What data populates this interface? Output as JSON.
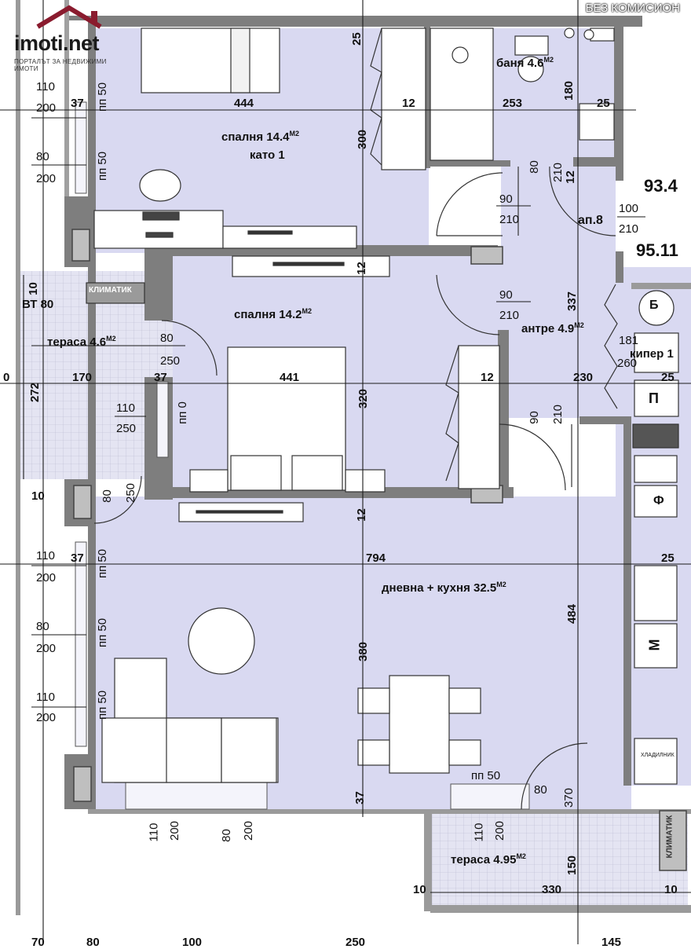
{
  "brand": {
    "name": "imoti.net",
    "tagline": "ПОРТАЛЪТ ЗА НЕДВИЖИМИ ИМОТИ"
  },
  "watermark": "БЕЗ КОМИСИОН",
  "colors": {
    "room_fill": "#d9d9f1",
    "wall": "#7a7a7a",
    "dim_line": "#1a1a1a",
    "terrace_tile": "#e2e2f0",
    "brand_red": "#8a1b2e"
  },
  "rooms": {
    "bedroom1": {
      "name": "спалня 14.4",
      "unit": "М2",
      "floor": "като 1"
    },
    "bedroom2": {
      "name": "спалня 14.2",
      "unit": "М2"
    },
    "bathroom": {
      "name": "баня 4.6",
      "unit": "М2"
    },
    "hall": {
      "name": "антре 4.9",
      "unit": "М2"
    },
    "living": {
      "name": "дневна + кухня 32.5",
      "unit": "М2"
    },
    "terrace_left": {
      "name": "тераса 4.6",
      "unit": "М2"
    },
    "terrace_bottom": {
      "name": "тераса 4.95",
      "unit": "М2"
    },
    "corridor_right": {
      "name": "кипер 1"
    }
  },
  "apartment": {
    "label": "ап.8",
    "area_gross": "95.11",
    "area_net": "93.4"
  },
  "equipment": {
    "climatic_1": "КЛИМАТИК",
    "climatic_2": "КЛИМАТИК",
    "fridge": "ХЛАДИЛНИК",
    "meter_b": "Б",
    "meter_p": "П",
    "meter_f": "Ф",
    "meter_m": "М",
    "bt": "ВТ 80"
  },
  "dimensions": {
    "d444": "444",
    "d12a": "12",
    "d253": "253",
    "d25a": "25",
    "d37a": "37",
    "d300": "300",
    "d180": "180",
    "d25top": "25",
    "d110_200_a_top": "110",
    "d110_200_a_bot": "200",
    "d80_200_a_top": "80",
    "d80_200_a_bot": "200",
    "pp50_a": "пп 50",
    "pp50_b": "пп 50",
    "d90_210_a_top": "90",
    "d90_210_a_bot": "210",
    "d80_210_top": "80",
    "d80_210_bot": "210",
    "d12b": "12",
    "d100": "100",
    "d210b": "210",
    "d12c": "12",
    "d337": "337",
    "d90_210_b_top": "90",
    "d90_210_b_bot": "210",
    "d10a": "10",
    "d80_250_top": "80",
    "d80_250_bot": "250",
    "d0": "0",
    "d170": "170",
    "d272": "272",
    "d37b": "37",
    "d441": "441",
    "d12d": "12",
    "d230": "230",
    "d25b": "25",
    "d181": "181",
    "d260": "260",
    "d110_250_top": "110",
    "d110_250_bot": "250",
    "pp0": "пп 0",
    "d320": "320",
    "d90_210_c_top": "90",
    "d90_210_c_bot": "210",
    "d10b": "10",
    "d80_250b_top": "80",
    "d80_250b_bot": "250",
    "d12e": "12",
    "d110_200_b_top": "110",
    "d110_200_b_bot": "200",
    "d37c": "37",
    "pp50_c": "пп 50",
    "d794": "794",
    "d25c": "25",
    "d80_200_b_top": "80",
    "d80_200_b_bot": "200",
    "pp50_d": "пп 50",
    "d484": "484",
    "d380": "380",
    "d110_200_c_top": "110",
    "d110_200_c_bot": "200",
    "pp50_e": "пп 50",
    "pp50_f": "пп 50",
    "d80_bal": "80",
    "d370": "370",
    "d37d": "37",
    "w110": "110",
    "w200a": "200",
    "w80": "80",
    "w200b": "200",
    "w110b": "110",
    "w200c": "200",
    "d150": "150",
    "d10c": "10",
    "d330": "330",
    "d10d": "10",
    "b70": "70",
    "b80": "80",
    "b100": "100",
    "b250": "250",
    "b145": "145"
  }
}
